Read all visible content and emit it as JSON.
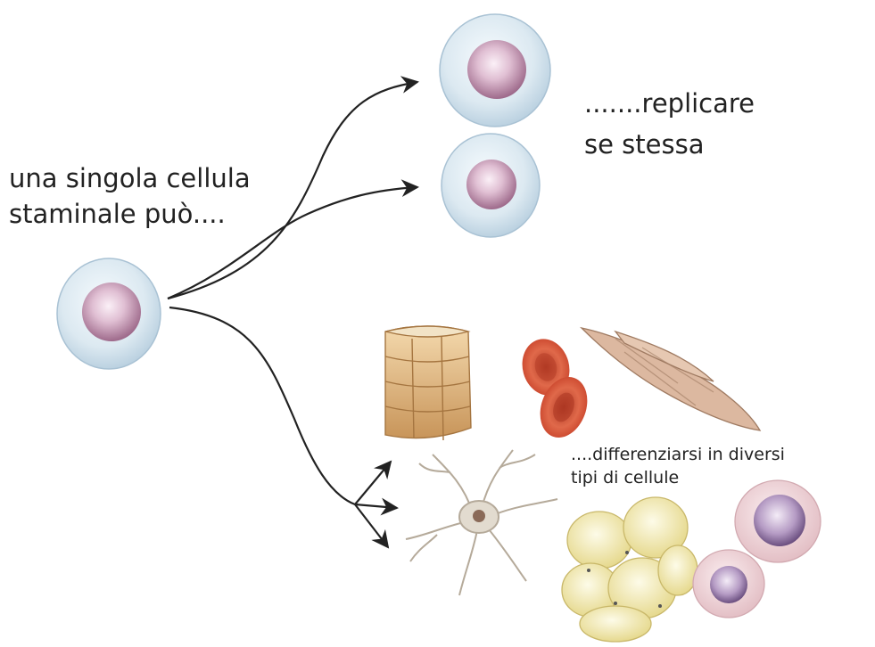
{
  "labels": {
    "start_line1": "una singola cellula",
    "start_line2": "staminale può....",
    "replicate_line1": ".......replicare",
    "replicate_line2": "se stessa",
    "differentiate_line1": "....differenziarsi in diversi",
    "differentiate_line2": "tipi di cellule"
  },
  "colors": {
    "stem_cytoplasm": "#c9dbe8",
    "stem_nucleus": "#c69ab8",
    "arrow": "#222222",
    "red_blood_cell": "#d3563b",
    "muscle_block": "#e8c08b",
    "smooth_muscle": "#d9b49a",
    "neuron": "#d8d1c5",
    "fat_cell": "#f1eab1",
    "white_cell": "#c9b0c9"
  }
}
